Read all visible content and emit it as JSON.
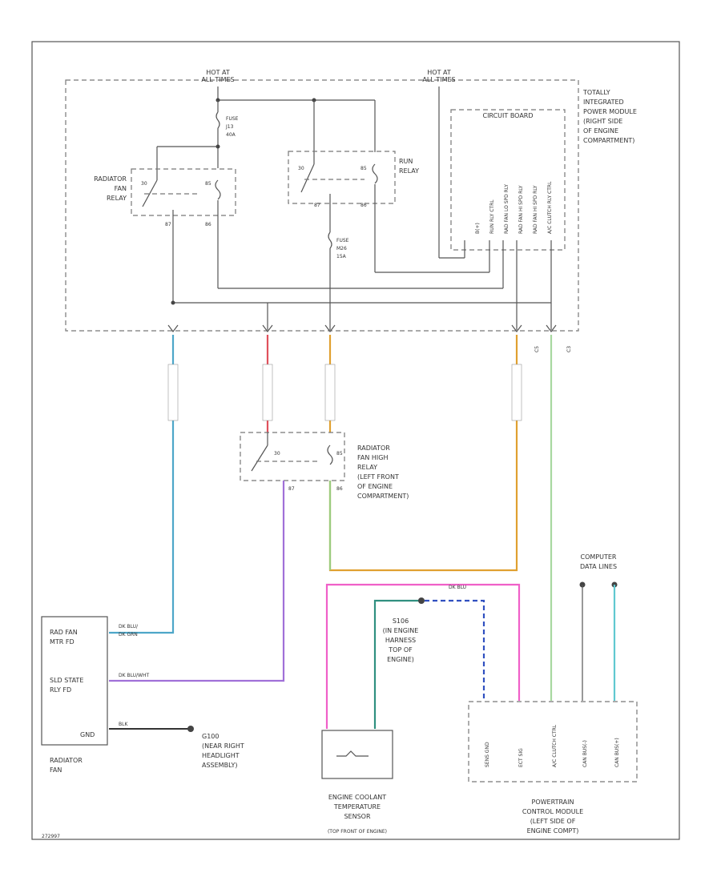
{
  "top": {
    "hot1": [
      "HOT AT",
      "ALL TIMES"
    ],
    "hot2": [
      "HOT AT",
      "ALL TIMES"
    ],
    "fuse_upper": [
      "FUSE",
      "J13",
      "40A"
    ],
    "fuse_lower": [
      "FUSE",
      "M26",
      "15A"
    ],
    "tipm": [
      "TOTALLY",
      "INTEGRATED",
      "POWER MODULE",
      "(RIGHT SIDE",
      "OF ENGINE",
      "COMPARTMENT)"
    ],
    "circuit_board": "CIRCUIT BOARD",
    "rad_fan_relay": [
      "RADIATOR",
      "FAN",
      "RELAY"
    ],
    "run_relay": [
      "RUN",
      "RELAY"
    ],
    "pins_tipm": [
      "30",
      "85",
      "87",
      "86"
    ],
    "pins_run": [
      "30",
      "85",
      "87",
      "86"
    ],
    "vert_labels": [
      "B(+)",
      "RUN RLY CTRL",
      "RAD FAN LO SPD RLY",
      "RAD FAN HI SPD RLY",
      "RAD FAN HI SPD RLY",
      "A/C CLUTCH RLY CTRL"
    ],
    "conn_ids": [
      "C5",
      "C3"
    ]
  },
  "hi_relay": {
    "label": [
      "RADIATOR",
      "FAN HIGH",
      "RELAY",
      "(LEFT FRONT",
      "OF ENGINE",
      "COMPARTMENT)"
    ],
    "pins": [
      "30",
      "85",
      "87",
      "86"
    ]
  },
  "fan": {
    "label1": [
      "RAD FAN",
      "MTR FD"
    ],
    "label2": [
      "SLD STATE",
      "RLY FD"
    ],
    "gnd": "GND",
    "title": [
      "RADIATOR",
      "FAN"
    ],
    "wire1": [
      "DK BLU/",
      "DK GRN"
    ],
    "wire2": "DK BLU/WHT",
    "wire3": "BLK",
    "splice": [
      "G100",
      "(NEAR RIGHT",
      "HEADLIGHT",
      "ASSEMBLY)"
    ]
  },
  "sensor": {
    "title": [
      "ENGINE COOLANT",
      "TEMPERATURE",
      "SENSOR",
      "(TOP FRONT OF ENGINE)"
    ],
    "splice": [
      "S106",
      "(IN ENGINE",
      "HARNESS",
      "TOP OF",
      "ENGINE)"
    ],
    "wire_top": "DK BLU"
  },
  "pcm": {
    "title": [
      "POWERTRAIN",
      "CONTROL MODULE",
      "(LEFT SIDE OF",
      "ENGINE COMPT)"
    ],
    "comp": [
      "COMPUTER",
      "DATA LINES"
    ],
    "pins": [
      "SENS GND",
      "ECT SIG",
      "A/C CLUTCH CTRL",
      "CAN BUS(-)",
      "CAN BUS(+)"
    ]
  },
  "footer": "272997",
  "colors": {
    "blue": "#4da6c8",
    "red": "#e0505c",
    "orange": "#e0a030",
    "green": "#5cb85c",
    "lt_green": "#a8d8a0",
    "purple": "#a070d8",
    "pink": "#f060c8",
    "teal": "#309080",
    "navy": "#3050c0",
    "cyan": "#60c8d0",
    "gray": "#777777"
  }
}
